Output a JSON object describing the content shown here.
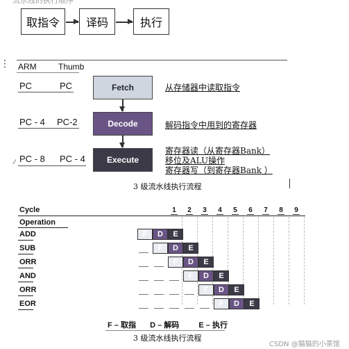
{
  "top_flow": {
    "header_text": "流水线的执行顺序",
    "boxes": [
      "取指令",
      "译码",
      "执行"
    ]
  },
  "side_glyph": "⋮",
  "pipeline": {
    "col_headers": {
      "arm": "ARM",
      "thumb": "Thumb"
    },
    "rows": [
      {
        "arm": "PC",
        "thumb": "PC",
        "stage": "Fetch",
        "desc": [
          "从存储器中读取指令"
        ]
      },
      {
        "arm": "PC - 4",
        "thumb": "PC-2",
        "stage": "Decode",
        "desc": [
          "解码指令中用到的寄存器"
        ]
      },
      {
        "arm": "PC - 8",
        "thumb": "PC - 4",
        "stage": "Execute",
        "desc": [
          "寄存器读（从寄存器Bank）",
          "移位及ALU操作",
          "寄存器写（到寄存器Bank ）"
        ]
      }
    ],
    "caption": "3 级流水线执行流程",
    "stage_colors": {
      "fetch": "#cfd6df",
      "decode": "#6a5485",
      "execute": "#3d3a48"
    }
  },
  "timing": {
    "cycle_label": "Cycle",
    "operation_label": "Operation",
    "cycles": [
      "1",
      "2",
      "3",
      "4",
      "5",
      "6",
      "7",
      "8",
      "9"
    ],
    "operations": [
      {
        "name": "ADD",
        "start": 1
      },
      {
        "name": "SUB",
        "start": 2
      },
      {
        "name": "ORR",
        "start": 3
      },
      {
        "name": "AND",
        "start": 4
      },
      {
        "name": "ORR",
        "start": 5
      },
      {
        "name": "EOR",
        "start": 6
      }
    ],
    "stage_letters": [
      "F",
      "D",
      "E"
    ],
    "legend": {
      "f": "F – 取指",
      "d": "D – 解码",
      "e": "E – 执行"
    },
    "caption": "3 级流水线执行流程"
  },
  "watermark": "CSDN @猫猫的小茶馆"
}
